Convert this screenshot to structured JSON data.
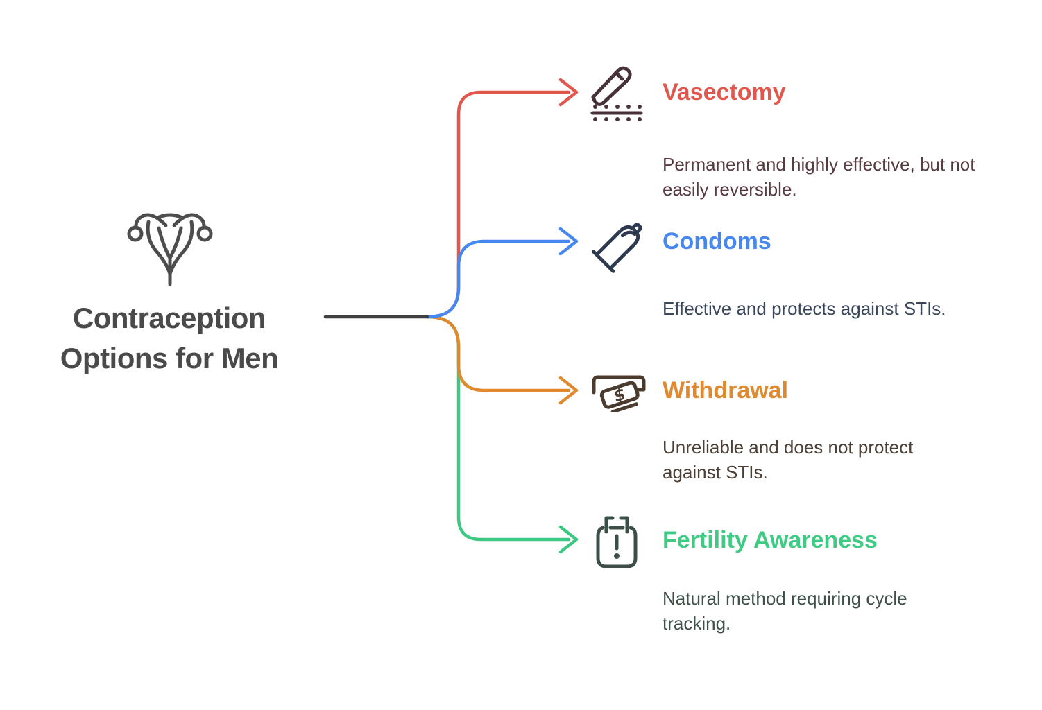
{
  "root": {
    "title_lines": [
      "Contraception",
      "Options for Men"
    ],
    "icon": "uterus-icon"
  },
  "branches": [
    {
      "id": "vasectomy",
      "title": "Vasectomy",
      "icon": "scalpel-incision-icon",
      "accent_color": "#e2574d",
      "description_lines": [
        "Permanent and highly effective, but not",
        "easily reversible."
      ]
    },
    {
      "id": "condoms",
      "title": "Condoms",
      "icon": "condom-icon",
      "accent_color": "#4787f0",
      "description_lines": [
        "Effective and protects against STIs."
      ]
    },
    {
      "id": "withdrawal",
      "title": "Withdrawal",
      "icon": "cash-withdrawal-icon",
      "accent_color": "#e0892f",
      "description_lines": [
        "Unreliable and does not protect",
        "against STIs."
      ]
    },
    {
      "id": "fertility-awareness",
      "title": "Fertility Awareness",
      "icon": "calendar-alert-icon",
      "accent_color": "#3ecb83",
      "description_lines": [
        "Natural method requiring cycle",
        "tracking."
      ]
    }
  ],
  "colors": {
    "background": "#ffffff",
    "root_text": "#4a4a4a",
    "trunk_line": "#3f3f3f",
    "vasectomy_line": "#e2574d",
    "condoms_line": "#4787f0",
    "withdrawal_line": "#e0892f",
    "fertility_line": "#3dc983",
    "vasectomy_desc_text": "#573b41",
    "condoms_desc_text": "#39465c",
    "withdrawal_desc_text": "#4c4036",
    "fertility_desc_text": "#3e5148"
  }
}
